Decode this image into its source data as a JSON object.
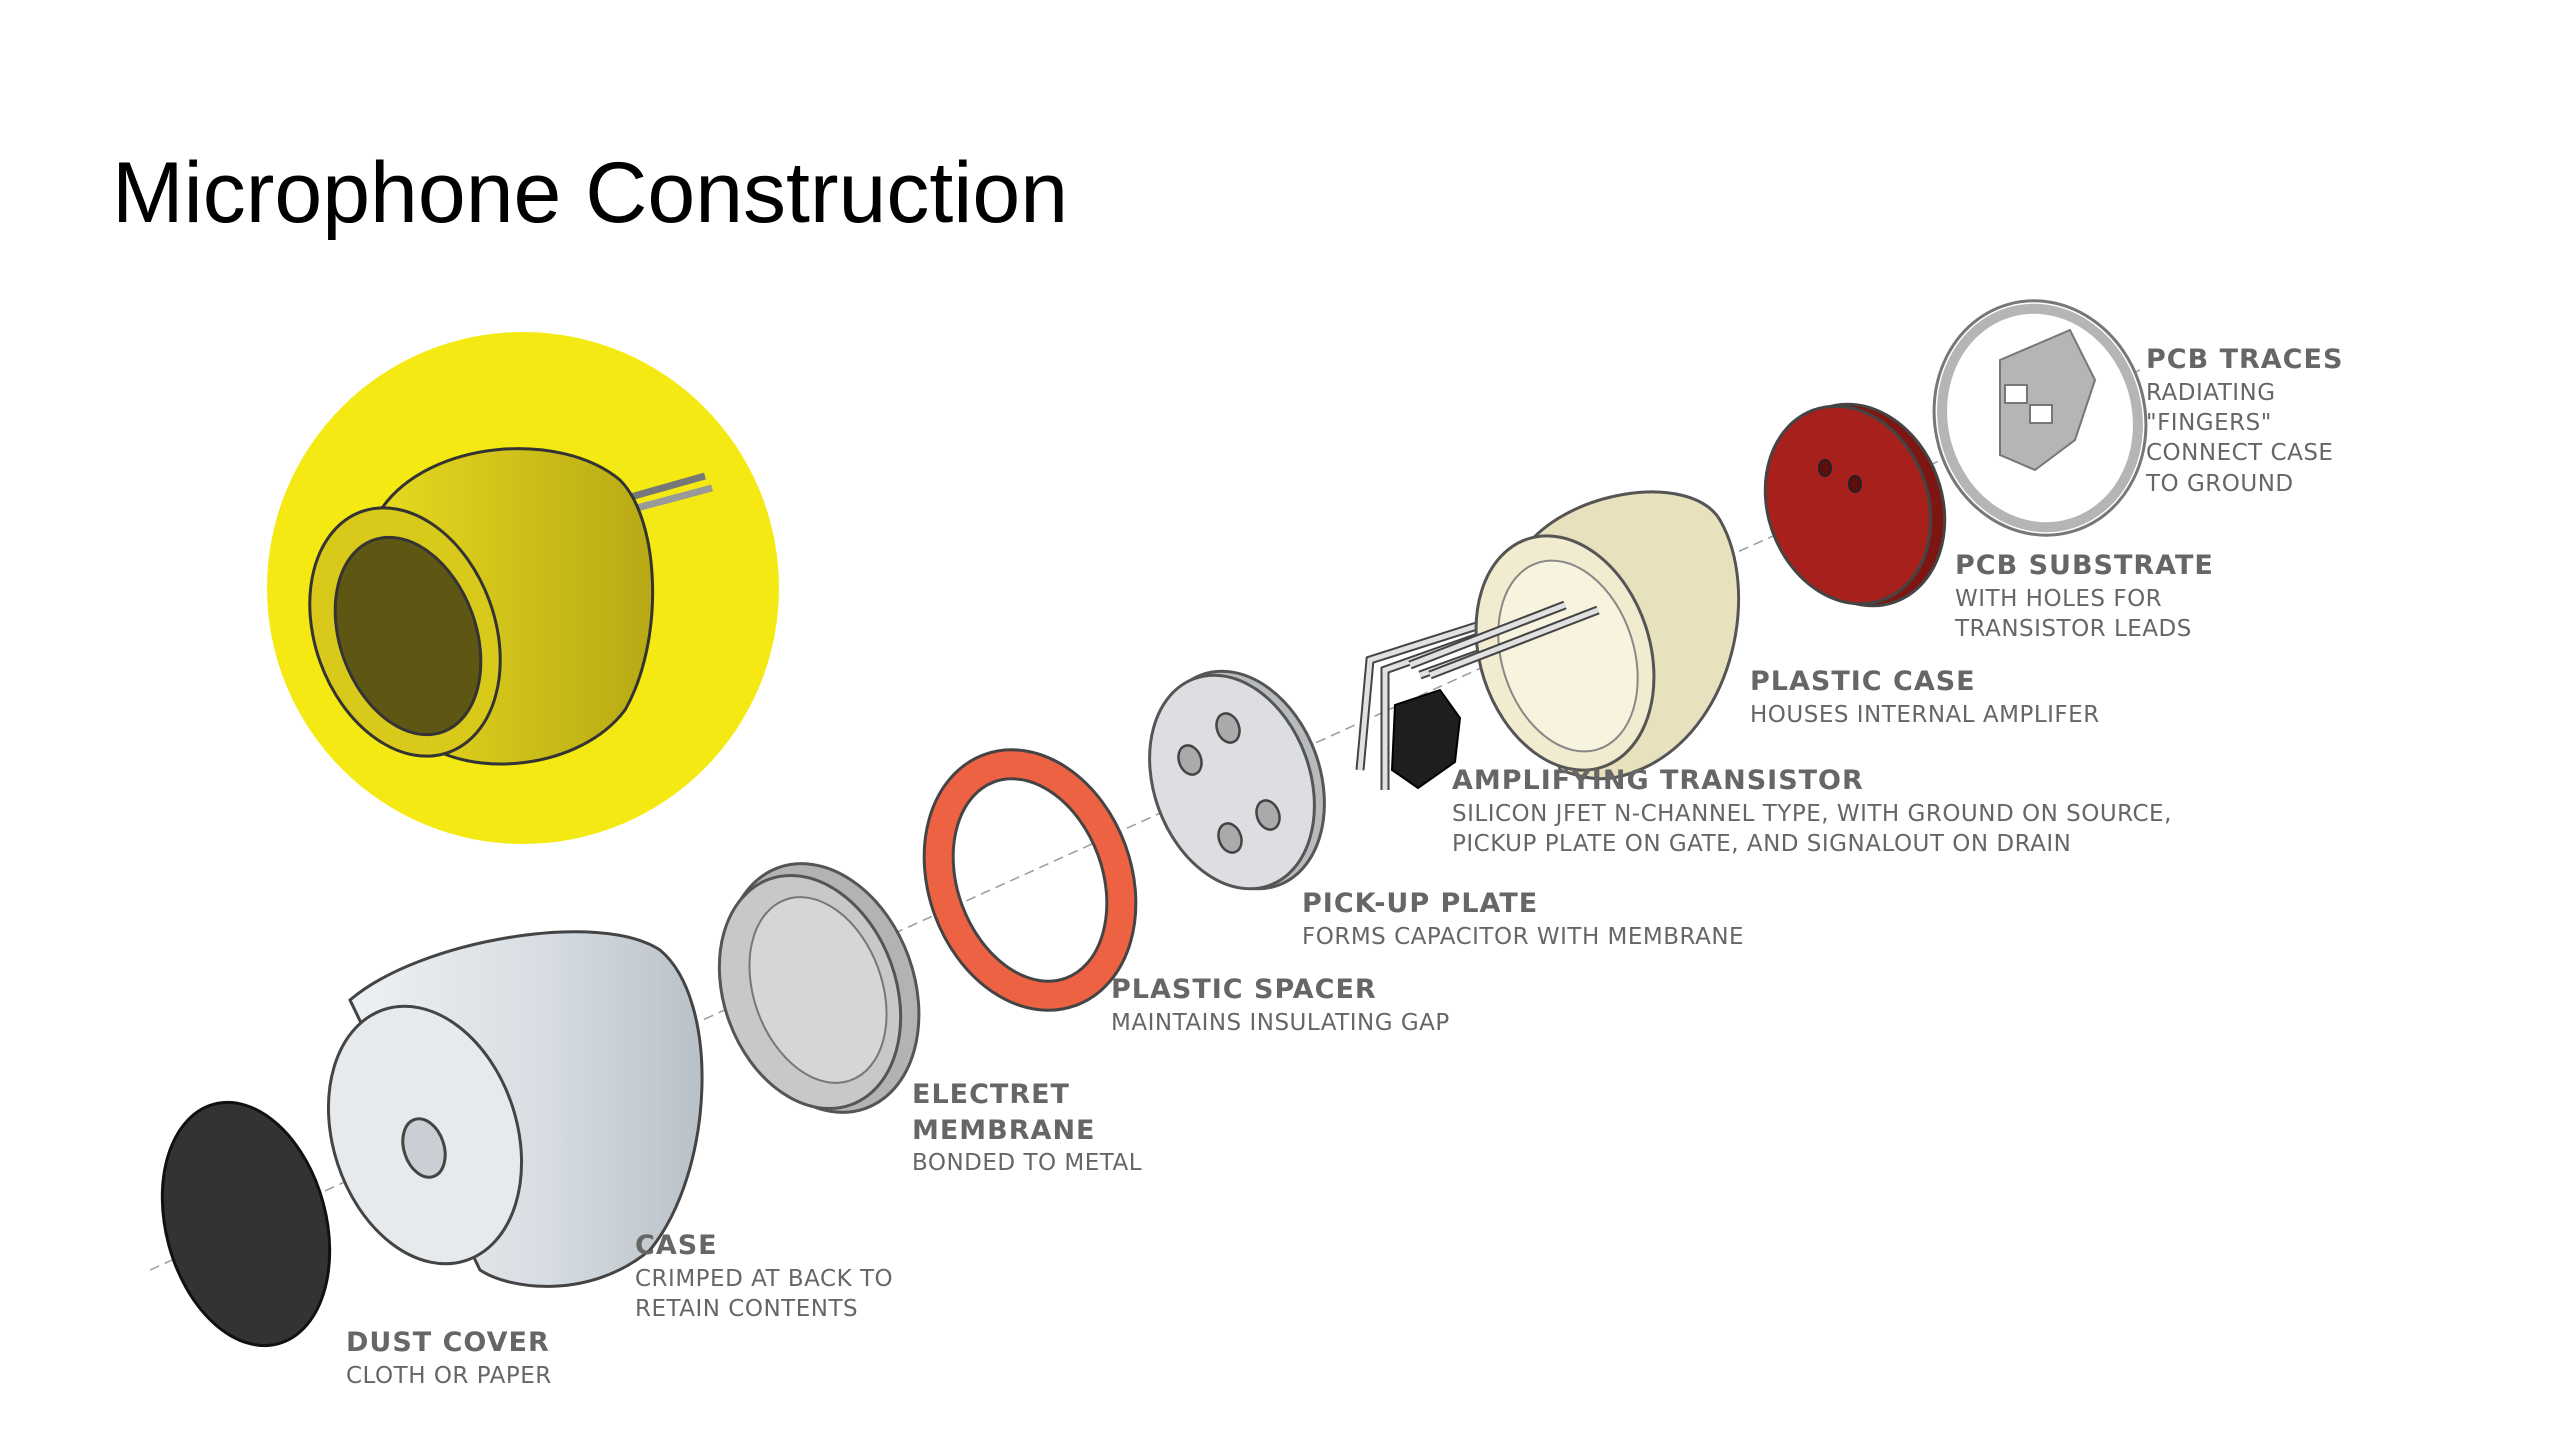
{
  "title": "Microphone Construction",
  "colors": {
    "highlight": "#F5E914",
    "capsule": "#D8C91A",
    "dust_cover": "#333333",
    "case": "#D7DDE2",
    "membrane": "#C8C8C8",
    "spacer": "#EE6244",
    "pickup_plate": "#DCDEE1",
    "transistor": "#1E1E1E",
    "plastic_case": "#F1ECCF",
    "pcb_substrate": "#A8201C",
    "pcb_traces": "#B5B5B5",
    "label_text": "#666666"
  },
  "components": [
    {
      "id": "pcb-traces",
      "name": "PCB TRACES",
      "desc": "RADIATING\n\"FINGERS\"\nCONNECT CASE\nTO GROUND"
    },
    {
      "id": "pcb-substrate",
      "name": "PCB SUBSTRATE",
      "desc": "WITH HOLES FOR\nTRANSISTOR LEADS"
    },
    {
      "id": "plastic-case",
      "name": "PLASTIC CASE",
      "desc": "HOUSES INTERNAL AMPLIFER"
    },
    {
      "id": "amplifying-transistor",
      "name": "AMPLIFYING TRANSISTOR",
      "desc": "SILICON JFET N-CHANNEL TYPE, WITH GROUND ON SOURCE,\nPICKUP PLATE ON GATE, AND SIGNALOUT ON DRAIN"
    },
    {
      "id": "pick-up-plate",
      "name": "PICK-UP PLATE",
      "desc": "FORMS CAPACITOR WITH MEMBRANE"
    },
    {
      "id": "plastic-spacer",
      "name": "PLASTIC SPACER",
      "desc": "MAINTAINS INSULATING GAP"
    },
    {
      "id": "electret-membrane",
      "name": "ELECTRET\nMEMBRANE",
      "desc": "BONDED TO METAL"
    },
    {
      "id": "case",
      "name": "CASE",
      "desc": "CRIMPED AT BACK TO\nRETAIN CONTENTS"
    },
    {
      "id": "dust-cover",
      "name": "DUST COVER",
      "desc": "CLOTH OR PAPER"
    }
  ]
}
